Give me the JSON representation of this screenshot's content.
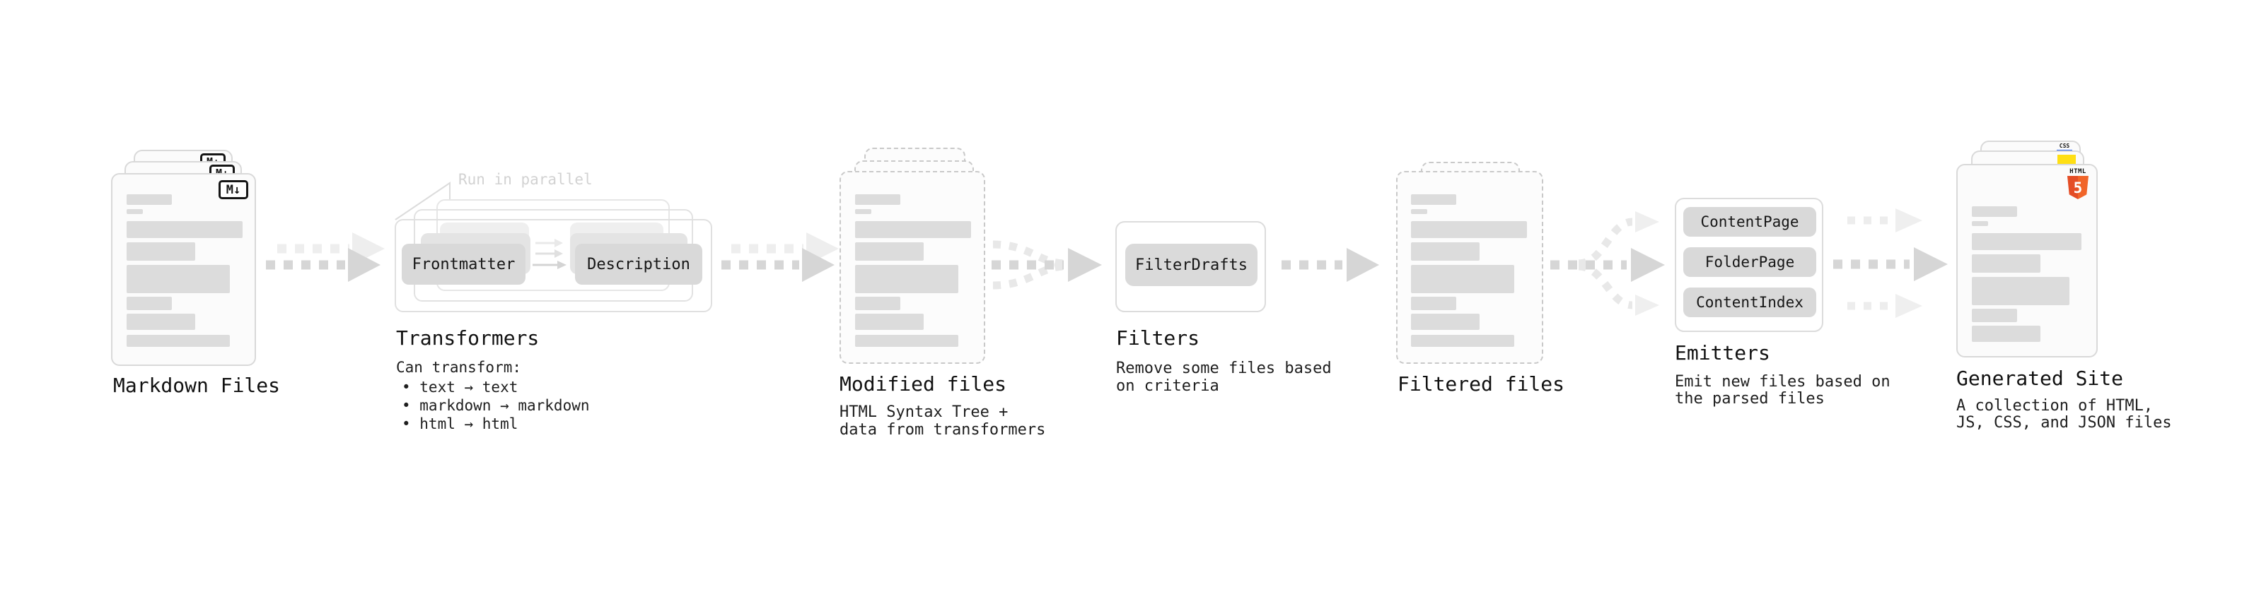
{
  "stages": {
    "markdown_files": {
      "title": "Markdown Files",
      "icon_label": "M↓"
    },
    "transformers": {
      "title": "Transformers",
      "parallel_note": "Run in parallel",
      "pill_frontmatter": "Frontmatter",
      "pill_description": "Description",
      "desc_heading": "Can transform:",
      "bullets": [
        "• text → text",
        "• markdown → markdown",
        "• html → html"
      ]
    },
    "modified_files": {
      "title": "Modified files",
      "desc_line1": "HTML Syntax Tree +",
      "desc_line2": "data from transformers"
    },
    "filters": {
      "title": "Filters",
      "pill": "FilterDrafts",
      "desc_line1": "Remove some files based",
      "desc_line2": "on criteria"
    },
    "filtered_files": {
      "title": "Filtered files"
    },
    "emitters": {
      "title": "Emitters",
      "pills": [
        "ContentPage",
        "FolderPage",
        "ContentIndex"
      ],
      "desc_line1": "Emit new files based on",
      "desc_line2": "the parsed files"
    },
    "generated_site": {
      "title": "Generated Site",
      "desc_line1": "A collection of HTML,",
      "desc_line2": "JS, CSS, and JSON files",
      "badge_css": "CSS",
      "badge_html_word": "HTML",
      "badge_html_number": "5"
    }
  },
  "colors": {
    "arrow_main": "#d6d6d6",
    "arrow_ghost": "#ececec",
    "bar_gray": "#dcdcdc",
    "pill_gray": "#d9d9d9",
    "html5_orange": "#e44d26",
    "js_yellow": "#ffdf14",
    "css_blue": "#2764f4"
  }
}
